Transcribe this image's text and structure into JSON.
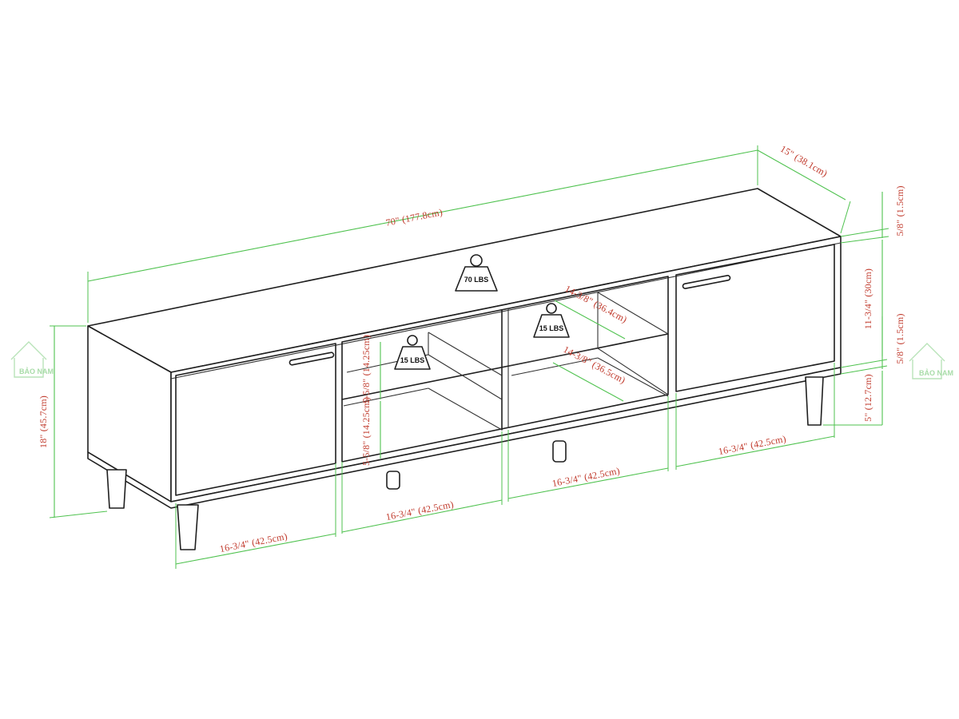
{
  "diagram": {
    "brand_watermark": "BẢO NAM",
    "weights": {
      "top": "70 LBS",
      "left_shelf": "15 LBS",
      "right_shelf": "15 LBS"
    },
    "dimensions": {
      "overall_width": "70\" (177.8cm)",
      "depth": "15\" (38.1cm)",
      "top_thickness": "5/8\" (1.5cm)",
      "cabinet_height": "11-3/4\" (30cm)",
      "bottom_thickness": "5/8\" (1.5cm)",
      "leg_height": "5\" (12.7cm)",
      "overall_height": "18\" (45.7cm)",
      "upper_opening_height": "5-5/8\" (14.25cm)",
      "lower_opening_height": "5-5/8\" (14.25cm)",
      "upper_shelf_depth": "14-3/8\" (36.4cm)",
      "lower_shelf_depth": "14-3/8\" (36.5cm)",
      "left_door_width": "16-3/4\" (42.5cm)",
      "left_opening_width": "16-3/4\" (42.5cm)",
      "right_opening_width": "16-3/4\" (42.5cm)",
      "right_door_width": "16-3/4\" (42.5cm)"
    }
  }
}
